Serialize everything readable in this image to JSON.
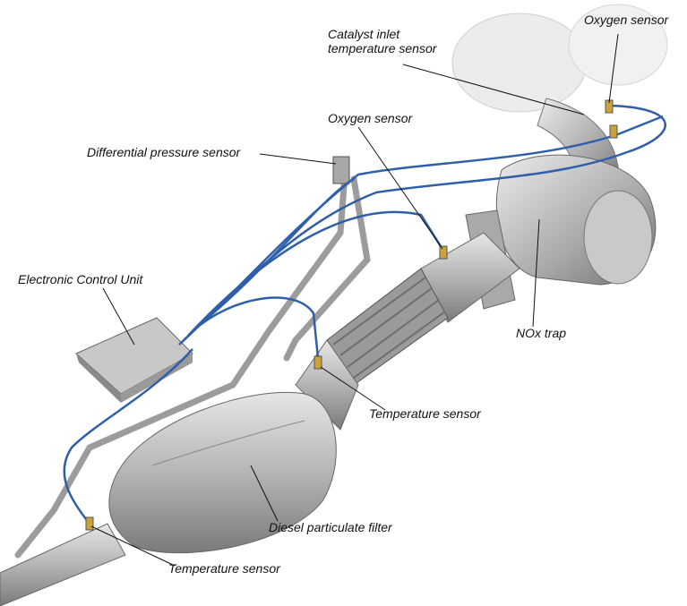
{
  "labels": {
    "oxygen_sensor_turbo": "Oxygen sensor",
    "catalyst_inlet_line1": "Catalyst inlet",
    "catalyst_inlet_line2": "temperature sensor",
    "oxygen_sensor_mid": "Oxygen sensor",
    "differential_pressure": "Differential pressure sensor",
    "ecu": "Electronic Control Unit",
    "nox_trap": "NOx trap",
    "temperature_sensor_mid": "Temperature sensor",
    "dpf": "Diesel particulate filter",
    "temperature_sensor_rear": "Temperature sensor"
  },
  "colors": {
    "wire": "#2f5fa8",
    "metal": "#b9b9b9",
    "metal_dark": "#7d7d7d"
  }
}
